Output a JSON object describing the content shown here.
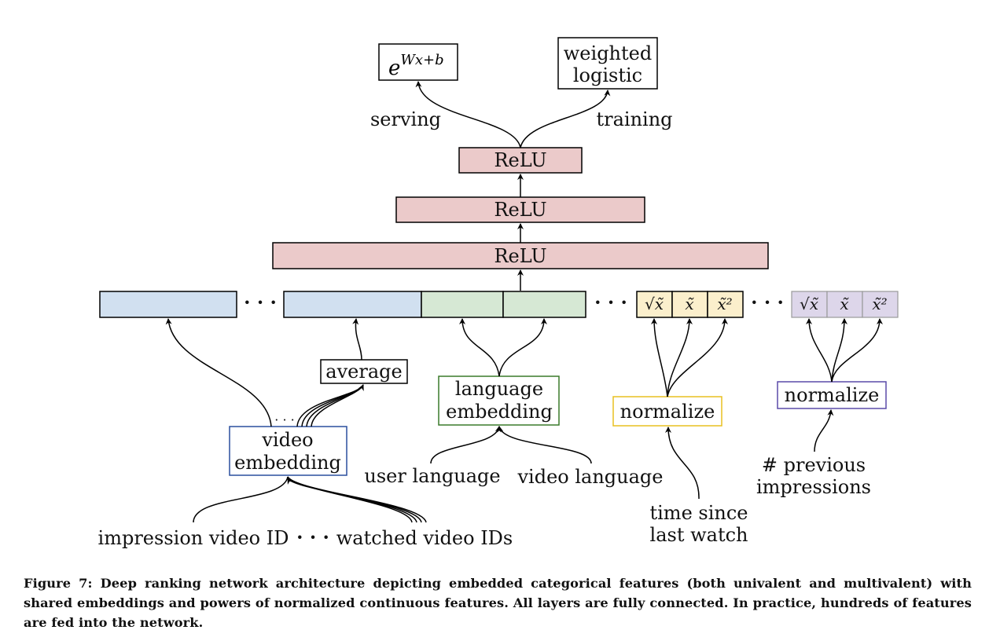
{
  "outputs": {
    "serving_formula": "e^{Wx+b}",
    "serving_base": "e",
    "serving_exponent": "Wx+b",
    "training_box": [
      "weighted",
      "logistic"
    ],
    "serving_label": "serving",
    "training_label": "training"
  },
  "layers": [
    "ReLU",
    "ReLU",
    "ReLU"
  ],
  "feature_cells": {
    "time_since": [
      "√x̃",
      "x̃",
      "x̃²"
    ],
    "impressions": [
      "√x̃",
      "x̃",
      "x̃²"
    ]
  },
  "feature_groups": {
    "average": "average",
    "video_embedding": [
      "video",
      "embedding"
    ],
    "language_embedding": [
      "language",
      "embedding"
    ],
    "normalize_time": "normalize",
    "normalize_impressions": "normalize"
  },
  "inputs": {
    "impression_video_id": "impression video ID",
    "watched_video_ids": "watched video IDs",
    "user_language": "user language",
    "video_language": "video language",
    "time_since_last_watch": [
      "time since",
      "last watch"
    ],
    "previous_impressions": [
      "# previous",
      "impressions"
    ]
  },
  "ellipsis": "· · ·",
  "colors": {
    "relu_fill": "#ebcaca",
    "video_fill": "#d1e0f0",
    "language_fill": "#d6e8d4",
    "time_fill": "#fbefcc",
    "impressions_fill": "#ddd6ea",
    "video_border": "#2a4f9e",
    "language_border": "#3a7a2a",
    "time_border": "#e8c020",
    "impressions_border": "#5a4aa8"
  },
  "caption": "Figure 7: Deep ranking network architecture depicting embedded categorical features (both univalent and multivalent) with shared embeddings and powers of normalized continuous features.  All layers are fully connected. In practice, hundreds of features are fed into the network."
}
